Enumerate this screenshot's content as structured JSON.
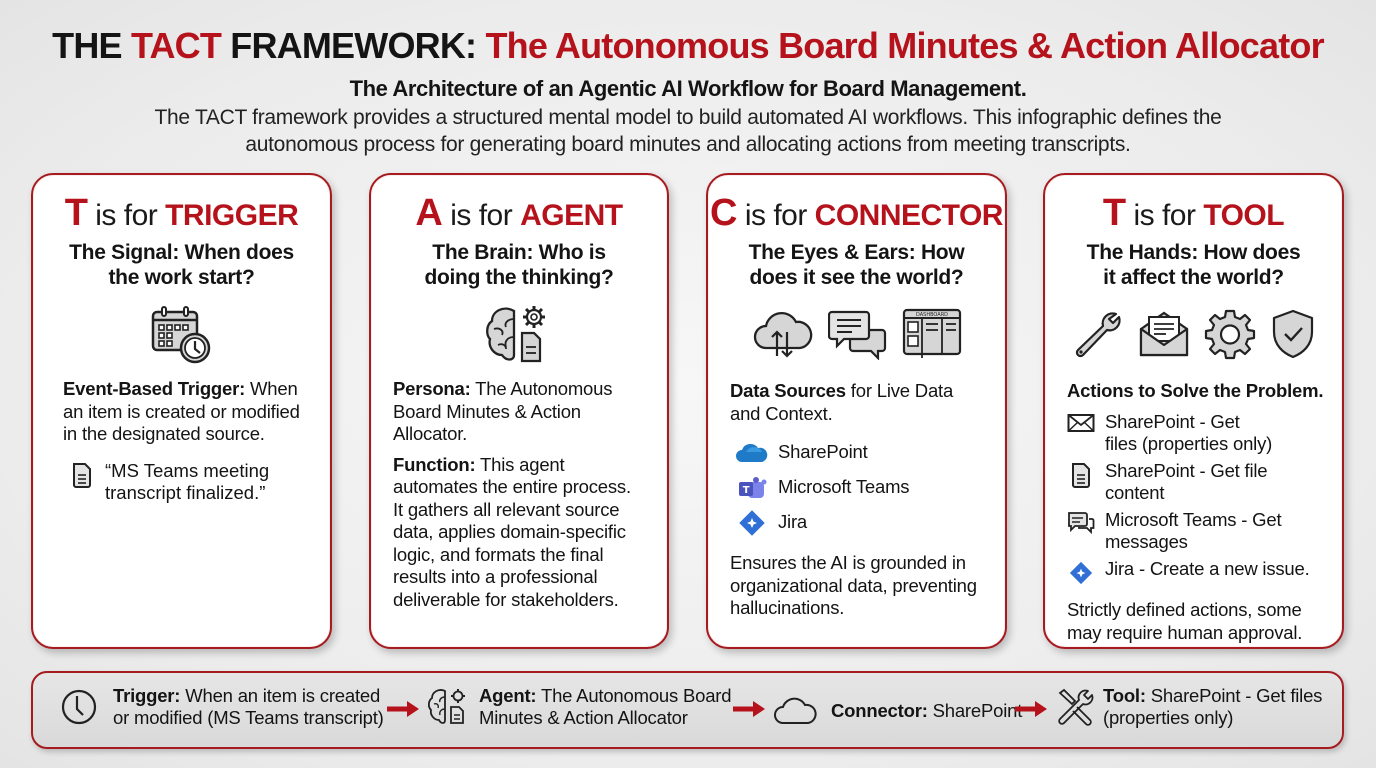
{
  "header": {
    "title_part1": "THE ",
    "title_part2": "TACT",
    "title_part3": " FRAMEWORK: ",
    "title_part4": "The Autonomous Board Minutes & Action Allocator",
    "subtitle": "The Architecture of an Agentic AI Workflow for Board Management.",
    "intro_line1": "The TACT framework provides a structured mental model to build automated AI workflows. This infographic defines the",
    "intro_line2": "autonomous process for generating board minutes and allocating actions from meeting transcripts."
  },
  "colors": {
    "accent": "#b5121b",
    "border": "#a51b1f",
    "text": "#141414",
    "jira_blue": "#2f6fd6",
    "sharepoint_blue": "#1f7ac8",
    "teams_purple": "#5b5fc7"
  },
  "cards": [
    {
      "letter": "T",
      "is_for": " is for ",
      "word": "TRIGGER",
      "question": "The Signal: When does the work start?",
      "icons": [
        "calendar-clock-icon"
      ],
      "label": "Event-Based Trigger:",
      "text": " When an item is created or modified in the designated source.",
      "quote": "“MS Teams meeting transcript finalized.”"
    },
    {
      "letter": "A",
      "is_for": " is for ",
      "word": "AGENT",
      "question": "The Brain: Who is doing the thinking?",
      "icons": [
        "brain-gear-document-icon"
      ],
      "persona_label": "Persona:",
      "persona_text": " The Autonomous Board Minutes & Action Allocator.",
      "function_label": "Function:",
      "function_text": " This agent automates the entire process. It gathers all relevant source data, applies domain-specific logic, and formats the final results into a professional deliverable for stakeholders."
    },
    {
      "letter": "C",
      "is_for": " is for ",
      "word": "CONNECTOR",
      "question": "The Eyes & Ears: How does it see the world?",
      "icons": [
        "cloud-sync-icon",
        "chat-bubbles-icon",
        "dashboard-icon"
      ],
      "label": "Data Sources",
      "text": " for Live Data and Context.",
      "sources": [
        {
          "name": "SharePoint",
          "icon": "sharepoint-icon"
        },
        {
          "name": "Microsoft Teams",
          "icon": "teams-icon"
        },
        {
          "name": "Jira",
          "icon": "jira-icon"
        }
      ],
      "footer": "Ensures the AI is grounded in organizational data, preventing hallucinations."
    },
    {
      "letter": "T",
      "is_for": " is for ",
      "word": "TOOL",
      "question": "The Hands: How does it affect the world?",
      "icons": [
        "wrench-icon",
        "envelope-icon",
        "gear-icon",
        "shield-check-icon"
      ],
      "label": "Actions to Solve the Problem.",
      "actions": [
        {
          "text": "SharePoint - Get files (properties only)",
          "icon": "envelope-icon"
        },
        {
          "text": "SharePoint - Get file content",
          "icon": "document-icon"
        },
        {
          "text": "Microsoft Teams - Get messages",
          "icon": "chat-icon"
        },
        {
          "text": "Jira - Create a new issue.",
          "icon": "jira-icon"
        }
      ],
      "footer": "Strictly defined actions, some may require human approval."
    }
  ],
  "flow": [
    {
      "label": "Trigger:",
      "line1": " When an item is created",
      "line2": "or modified (MS Teams transcript)",
      "icon": "clock-icon"
    },
    {
      "label": "Agent:",
      "line1": " The Autonomous Board",
      "line2": "Minutes & Action Allocator",
      "icon": "brain-gear-icon"
    },
    {
      "label": "Connector:",
      "line1": " SharePoint",
      "line2": "",
      "icon": "cloud-icon"
    },
    {
      "label": "Tool:",
      "line1": " SharePoint - Get files",
      "line2": "(properties only)",
      "icon": "tools-icon"
    }
  ]
}
